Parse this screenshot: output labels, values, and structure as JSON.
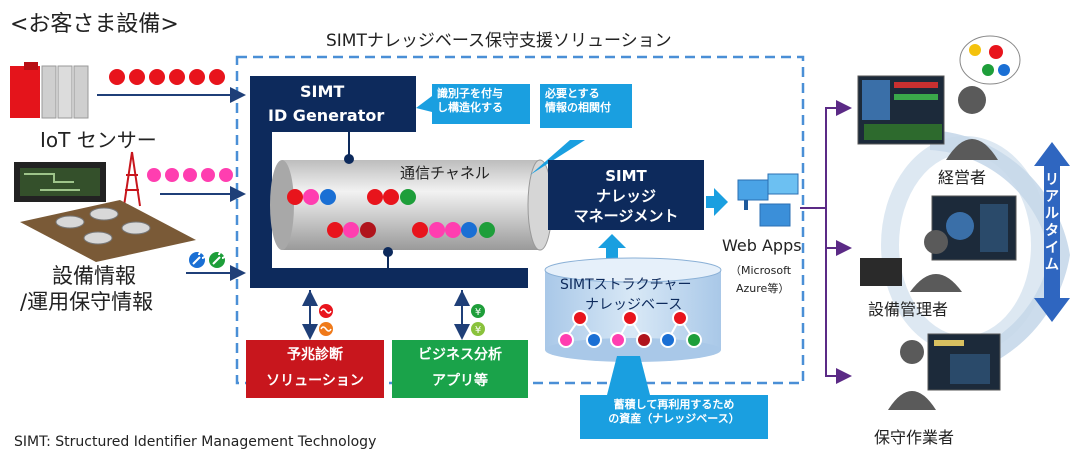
{
  "header": {
    "customer_equipment": "<お客さま設備>",
    "solution_title": "SIMTナレッジベース保守支援ソリューション"
  },
  "inputs": {
    "iot_sensor": "IoT センサー",
    "equipment_info_line1": "設備情報",
    "equipment_info_line2": "/運用保守情報"
  },
  "id_generator": {
    "line1": "SIMT",
    "line2": "ID Generator"
  },
  "callouts": {
    "identifier": [
      "識別子を付与",
      "し構造化する"
    ],
    "correlate": [
      "必要とする",
      "情報の相関付"
    ],
    "asset": [
      "蓄積して再利用するため",
      "の資産（ナレッジベース）"
    ]
  },
  "channel_label": "通信チャネル",
  "knowledge_management": [
    "SIMT",
    "ナレッジ",
    "マネージメント"
  ],
  "structure_kb": [
    "SIMTストラクチャー",
    "ナレッジベース"
  ],
  "outputs": {
    "predictive": [
      "予兆診断",
      "ソリューション"
    ],
    "business": [
      "ビジネス分析",
      "アプリ等"
    ]
  },
  "web_apps": {
    "title": "Web Apps",
    "sub1": "（Microsoft",
    "sub2": "Azure等）"
  },
  "roles": {
    "executive": "経営者",
    "equipment_manager": "設備管理者",
    "maintenance_worker": "保守作業者"
  },
  "realtime_label": "リアルタイム",
  "footer": "SIMT:  Structured Identifier Management Technology",
  "icons": [
    "wrench-icon",
    "yen-icon",
    "wave-icon",
    "lightbulb-icon"
  ],
  "colors": {
    "navy": "#0d2a5c",
    "cyan": "#1a9fe0",
    "red_dot": "#e8141c",
    "pink_dot": "#ff3eb0",
    "blue_icon": "#1a6fd4",
    "green_icon": "#1e9e3a",
    "dashed_border": "#4a8fd6",
    "predictive_red": "#c8161d",
    "business_green": "#1aa34a",
    "ring": "#c6d8ea"
  }
}
